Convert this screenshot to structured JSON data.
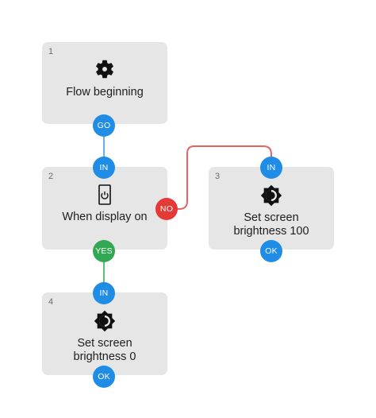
{
  "flow": {
    "blocks": [
      {
        "number": "1",
        "label": "Flow beginning",
        "icon": "gear-icon"
      },
      {
        "number": "2",
        "label": "When display on",
        "icon": "power-button-icon"
      },
      {
        "number": "3",
        "label": "Set screen brightness 100",
        "icon": "brightness-icon"
      },
      {
        "number": "4",
        "label": "Set screen brightness 0",
        "icon": "brightness-icon"
      }
    ],
    "ports": {
      "go": "GO",
      "in": "IN",
      "no": "NO",
      "yes": "YES",
      "ok": "OK"
    }
  },
  "colors": {
    "block_bg": "#e6e6e6",
    "port_blue": "#1f8ce6",
    "port_green": "#32a852",
    "port_red": "#e53935",
    "line_blue": "#6aaee6",
    "line_green": "#5cbf72",
    "line_red": "#e06666"
  }
}
